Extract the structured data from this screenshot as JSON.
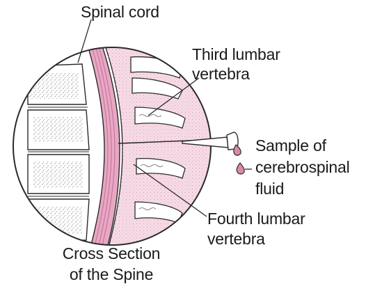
{
  "labels": {
    "spinal_cord": "Spinal cord",
    "third_lumbar_line1": "Third lumbar",
    "third_lumbar_line2": "vertebra",
    "sample_line1": "Sample of",
    "sample_line2": "cerebrospinal",
    "sample_line3": "fluid",
    "fourth_lumbar_line1": "Fourth lumbar",
    "fourth_lumbar_line2": "vertebra",
    "caption_line1": "Cross Section",
    "caption_line2": "of the Spine"
  },
  "colors": {
    "outline": "#2a2a2a",
    "cord_pink": "#e7a8c3",
    "cord_dark": "#c9749d",
    "tissue_pink": "#f6dbe6",
    "bone_white": "#ffffff",
    "fluid_drop": "#d98aa8"
  }
}
